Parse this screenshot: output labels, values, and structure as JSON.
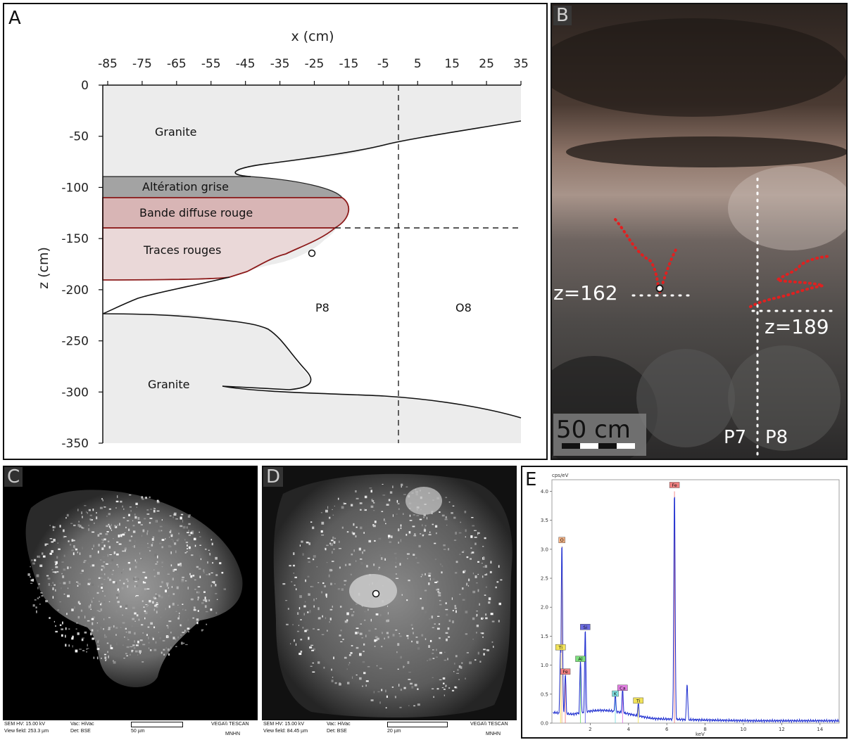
{
  "panel_labels": {
    "a": "A",
    "b": "B",
    "c": "C",
    "d": "D",
    "e": "E"
  },
  "panel_a": {
    "x_label": "x (cm)",
    "z_label": "z (cm)",
    "x_ticks": [
      "-85",
      "-75",
      "-65",
      "-55",
      "-45",
      "-35",
      "-25",
      "-15",
      "-5",
      "5",
      "15",
      "25",
      "35"
    ],
    "z_ticks": [
      "0",
      "-50",
      "-100",
      "-150",
      "-200",
      "-250",
      "-300",
      "-350"
    ],
    "granite_top": "Granite",
    "alteration": "Altération grise",
    "bande": "Bande diffuse rouge",
    "traces": "Traces rouges",
    "p8": "P8",
    "o8": "O8",
    "granite_bottom": "Granite"
  },
  "panel_b": {
    "z162": "z=162",
    "z189": "z=189",
    "scale": "50 cm",
    "p7": "P7",
    "p8": "P8"
  },
  "panel_c": {
    "sem_hv": "SEM HV: 15.00 kV",
    "vac": "Vac: HiVac",
    "view_field": "View field: 253.3 µm",
    "det": "Det: BSE",
    "scalebar": "50 µm",
    "brand": "VEGA\\\\ TESCAN",
    "lab": "MNHN"
  },
  "panel_d": {
    "sem_hv": "SEM HV: 15.00 kV",
    "vac": "Vac: HiVac",
    "view_field": "View field: 84.45 µm",
    "det": "Det: BSE",
    "scalebar": "20 µm",
    "brand": "VEGA\\\\ TESCAN",
    "lab": "MNHN"
  },
  "chart_data": {
    "type": "line",
    "ylabel": "cps/eV",
    "xlabel": "keV",
    "xlim": [
      0,
      15
    ],
    "ylim": [
      0,
      4.2
    ],
    "x_ticks": [
      "2",
      "4",
      "6",
      "8",
      "10",
      "12",
      "14"
    ],
    "y_ticks": [
      "0.0",
      "0.5",
      "1.0",
      "1.5",
      "2.0",
      "2.5",
      "3.0",
      "3.5",
      "4.0"
    ],
    "peaks": [
      {
        "label": "Ti",
        "x": 0.45,
        "y": 1.2,
        "color": "#f2e35a"
      },
      {
        "label": "O",
        "x": 0.52,
        "y": 3.05,
        "color": "#f4b183"
      },
      {
        "label": "Fe",
        "x": 0.7,
        "y": 0.78,
        "color": "#f08080"
      },
      {
        "label": "Al",
        "x": 1.49,
        "y": 1.0,
        "color": "#7de07d"
      },
      {
        "label": "Si",
        "x": 1.74,
        "y": 1.55,
        "color": "#6a6ae0"
      },
      {
        "label": "K",
        "x": 3.31,
        "y": 0.4,
        "color": "#7fe0e0"
      },
      {
        "label": "Ca",
        "x": 3.69,
        "y": 0.5,
        "color": "#e07de0"
      },
      {
        "label": "Ti",
        "x": 4.51,
        "y": 0.28,
        "color": "#f2e35a"
      },
      {
        "label": "Fe",
        "x": 6.4,
        "y": 4.0,
        "color": "#f08080"
      }
    ],
    "extra_peak": {
      "x": 7.06,
      "y": 0.65
    }
  }
}
